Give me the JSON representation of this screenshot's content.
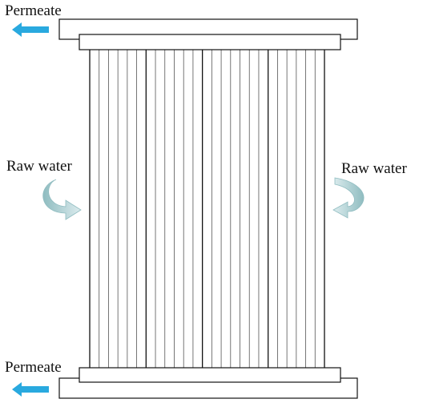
{
  "labels": {
    "permeate_top": "Permeate",
    "raw_water_left": "Raw water",
    "raw_water_right": "Raw water",
    "permeate_bottom": "Permeate"
  },
  "diagram": {
    "fiber_count": 26,
    "thick_fiber_indices": [
      0,
      6,
      12,
      19,
      25
    ],
    "colors": {
      "outline": "#111111",
      "fiber": "#555555",
      "permeate_arrow": "#29a9df",
      "raw_water_arrow_light": "#dcecee",
      "raw_water_arrow_dark": "#8fbcc0"
    },
    "icons": {
      "permeate_arrows": "arrow-left-icon",
      "raw_water_arrows": "curved-inflow-arrow-icon"
    }
  }
}
